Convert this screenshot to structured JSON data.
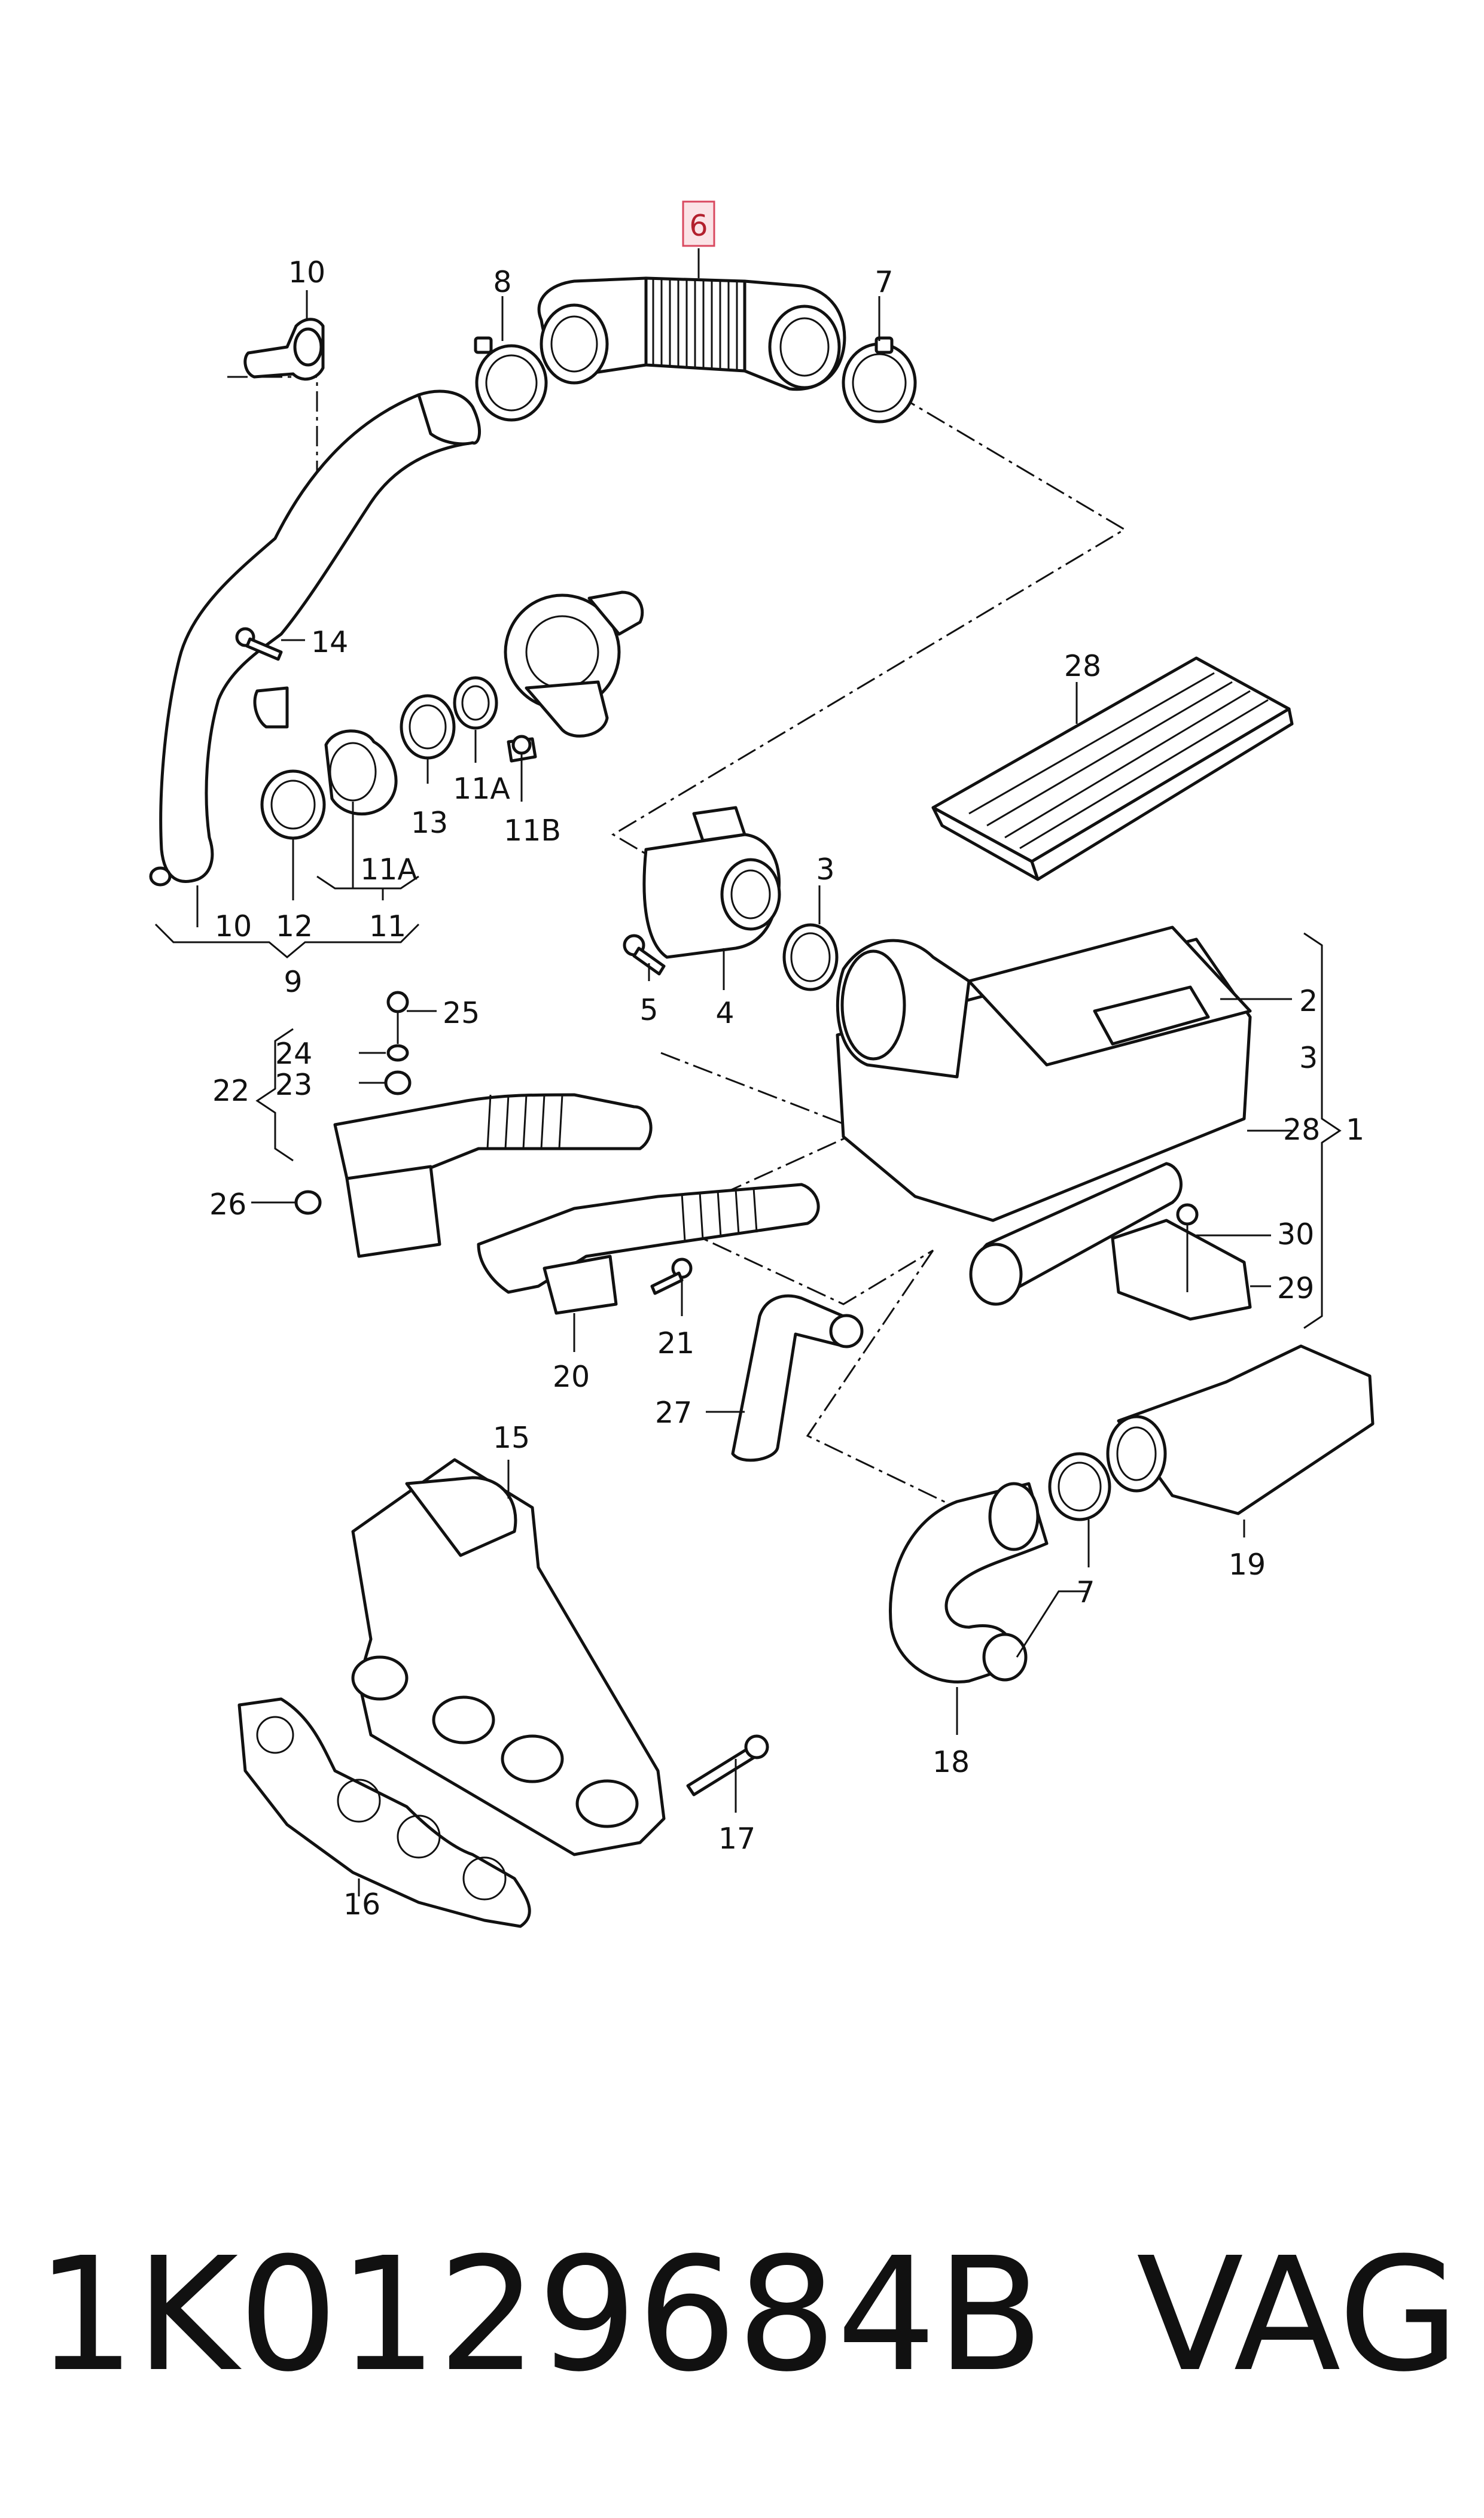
{
  "diagram": {
    "highlighted_callout": "6",
    "highlight_color": "#d9485f",
    "callouts": [
      {
        "id": "c-6",
        "text": "6"
      },
      {
        "id": "c-7-top",
        "text": "7"
      },
      {
        "id": "c-8",
        "text": "8"
      },
      {
        "id": "c-10-top",
        "text": "10"
      },
      {
        "id": "c-14",
        "text": "14"
      },
      {
        "id": "c-28-top",
        "text": "28"
      },
      {
        "id": "c-11a-right",
        "text": "11A"
      },
      {
        "id": "c-11b",
        "text": "11B"
      },
      {
        "id": "c-13",
        "text": "13"
      },
      {
        "id": "c-11a-low",
        "text": "11A"
      },
      {
        "id": "c-12",
        "text": "12"
      },
      {
        "id": "c-10-low",
        "text": "10"
      },
      {
        "id": "c-11",
        "text": "11"
      },
      {
        "id": "c-9",
        "text": "9"
      },
      {
        "id": "c-3-mid",
        "text": "3"
      },
      {
        "id": "c-5",
        "text": "5"
      },
      {
        "id": "c-4",
        "text": "4"
      },
      {
        "id": "c-2",
        "text": "2"
      },
      {
        "id": "c-3-right",
        "text": "3"
      },
      {
        "id": "c-28-right",
        "text": "28"
      },
      {
        "id": "c-1",
        "text": "1"
      },
      {
        "id": "c-25",
        "text": "25"
      },
      {
        "id": "c-24",
        "text": "24"
      },
      {
        "id": "c-23",
        "text": "23"
      },
      {
        "id": "c-22",
        "text": "22"
      },
      {
        "id": "c-26",
        "text": "26"
      },
      {
        "id": "c-30",
        "text": "30"
      },
      {
        "id": "c-29",
        "text": "29"
      },
      {
        "id": "c-21",
        "text": "21"
      },
      {
        "id": "c-20",
        "text": "20"
      },
      {
        "id": "c-27",
        "text": "27"
      },
      {
        "id": "c-15",
        "text": "15"
      },
      {
        "id": "c-7-low",
        "text": "7"
      },
      {
        "id": "c-19",
        "text": "19"
      },
      {
        "id": "c-18",
        "text": "18"
      },
      {
        "id": "c-17",
        "text": "17"
      },
      {
        "id": "c-16",
        "text": "16"
      }
    ]
  },
  "caption": {
    "part_number": "1K0129684B",
    "brand": "VAG"
  }
}
